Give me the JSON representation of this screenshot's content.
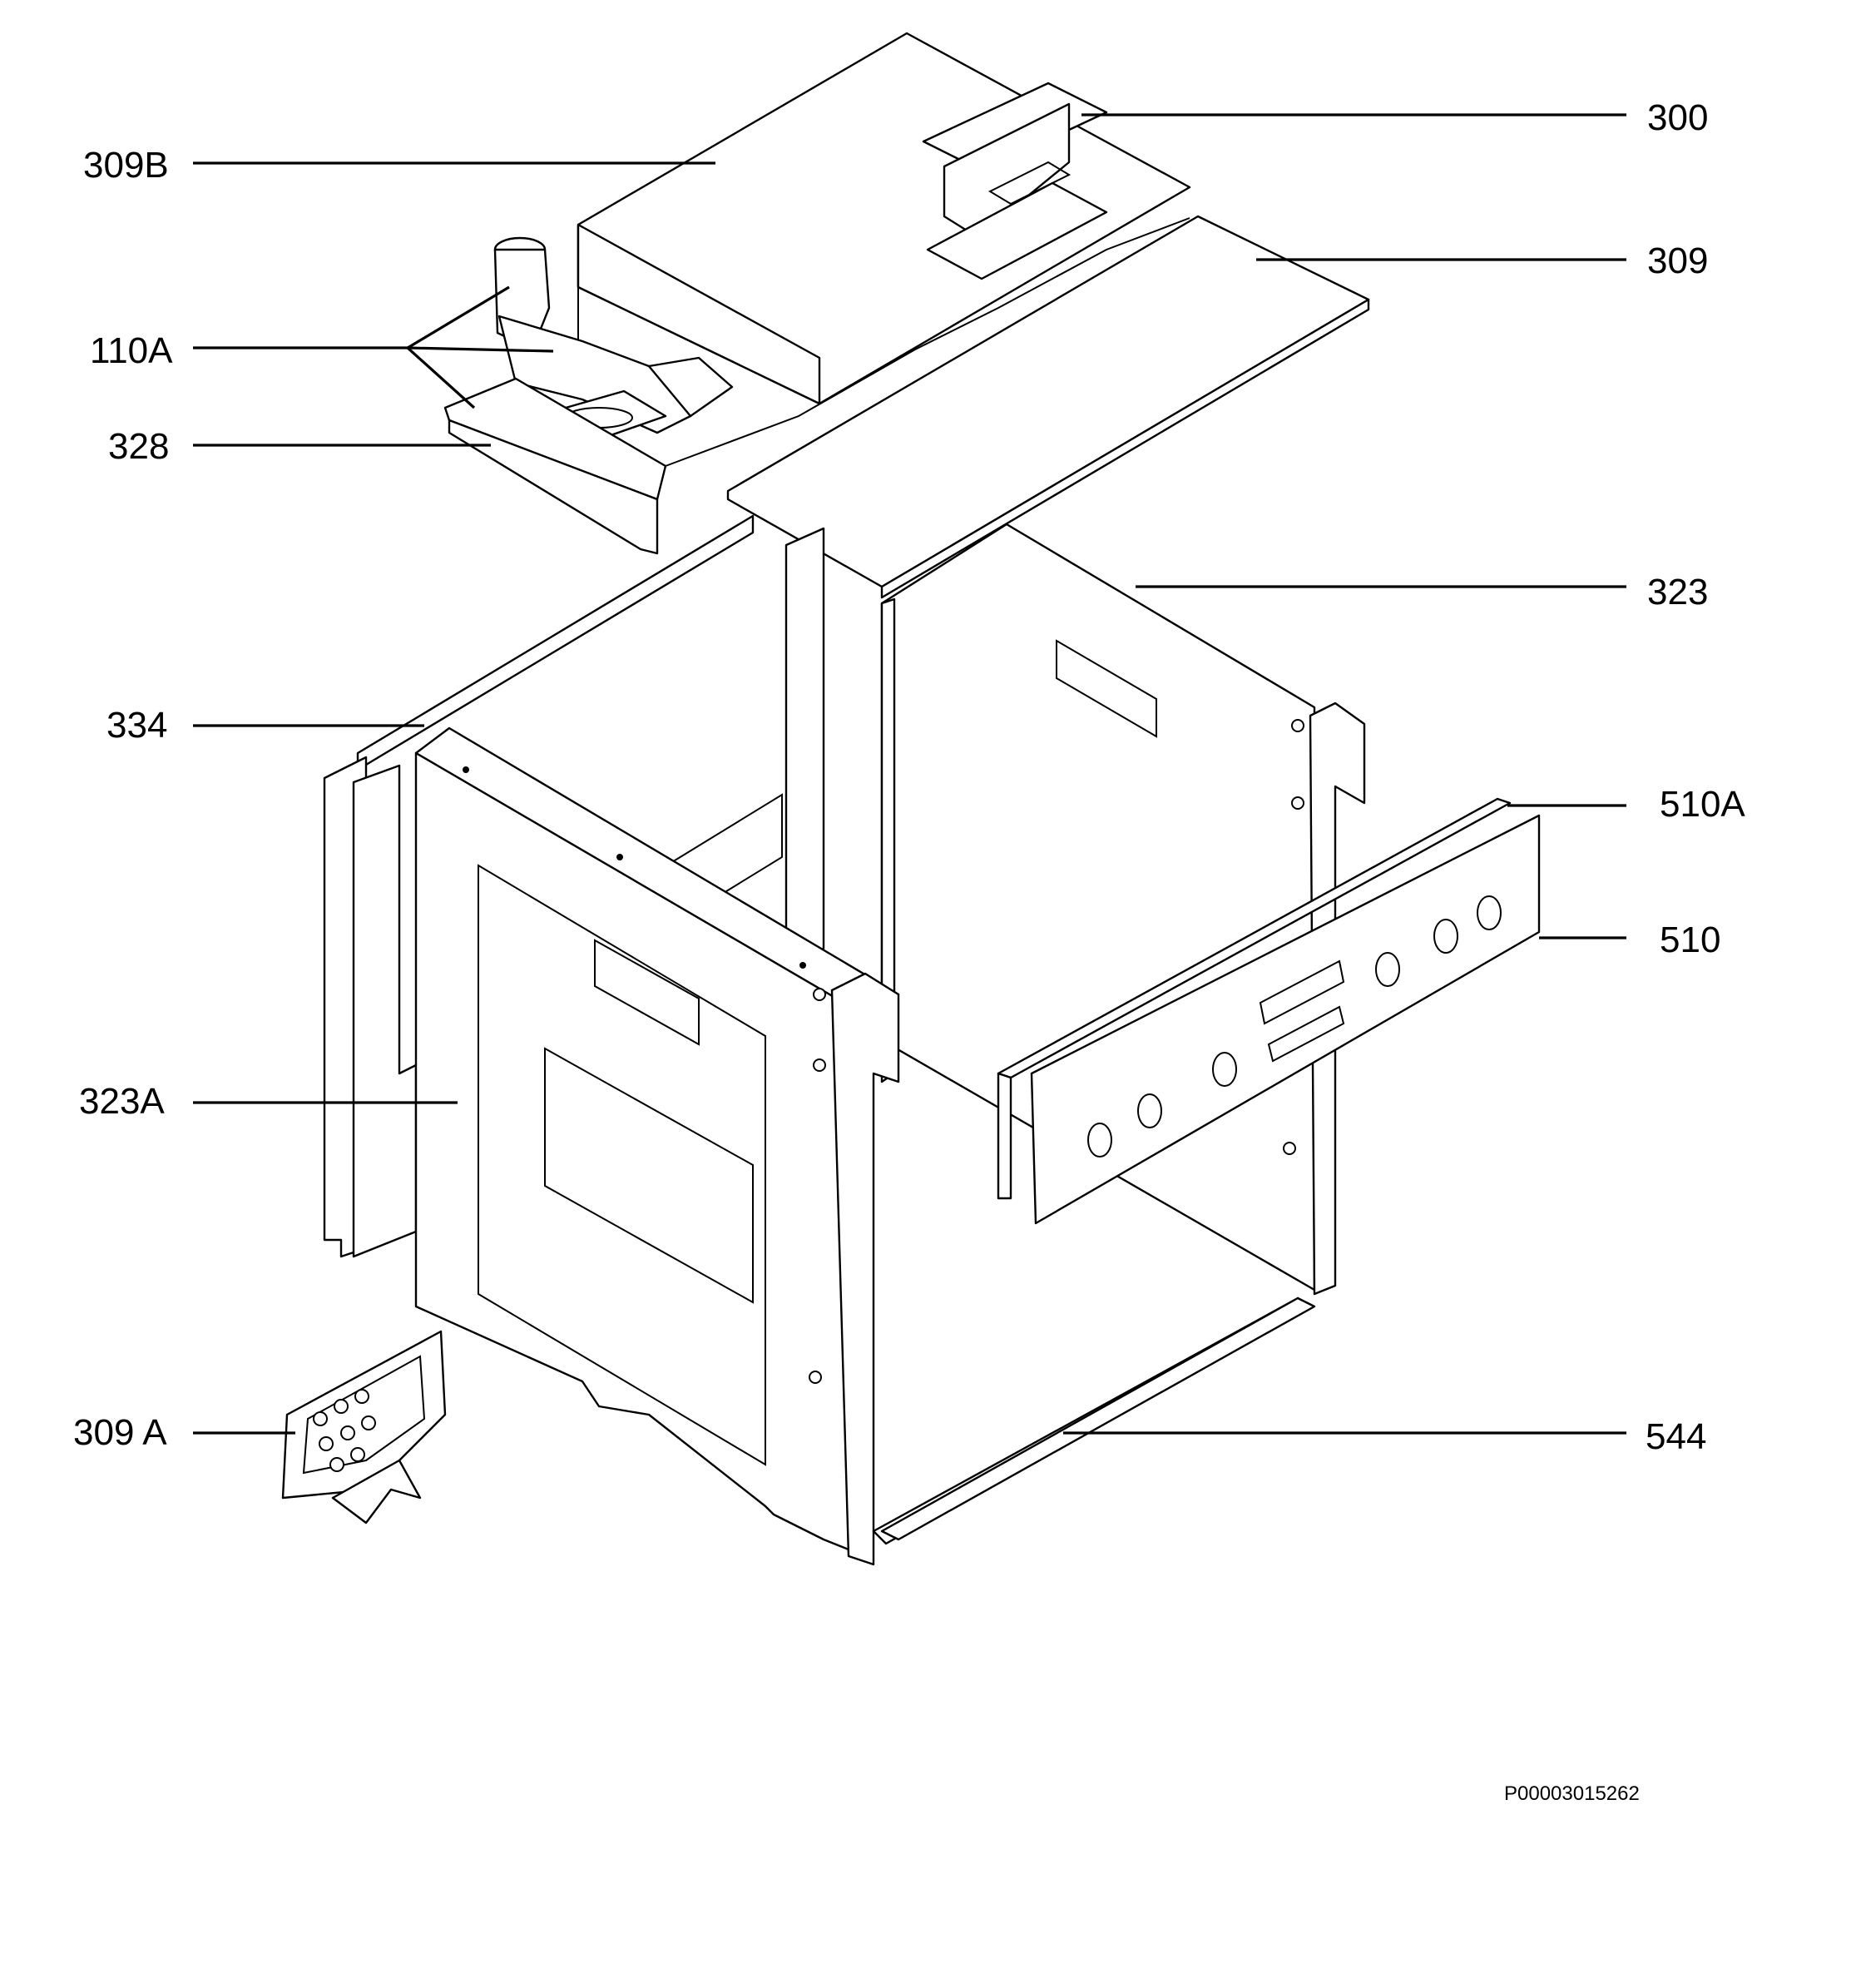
{
  "diagram": {
    "labels": {
      "l300": "300",
      "l309B": "309B",
      "l309": "309",
      "l110A": "110A",
      "l328": "328",
      "l323": "323",
      "l334": "334",
      "l510A": "510A",
      "l510": "510",
      "l323A": "323A",
      "l309A": "309 A",
      "l544": "544"
    },
    "reference_code": "P00003015262"
  }
}
